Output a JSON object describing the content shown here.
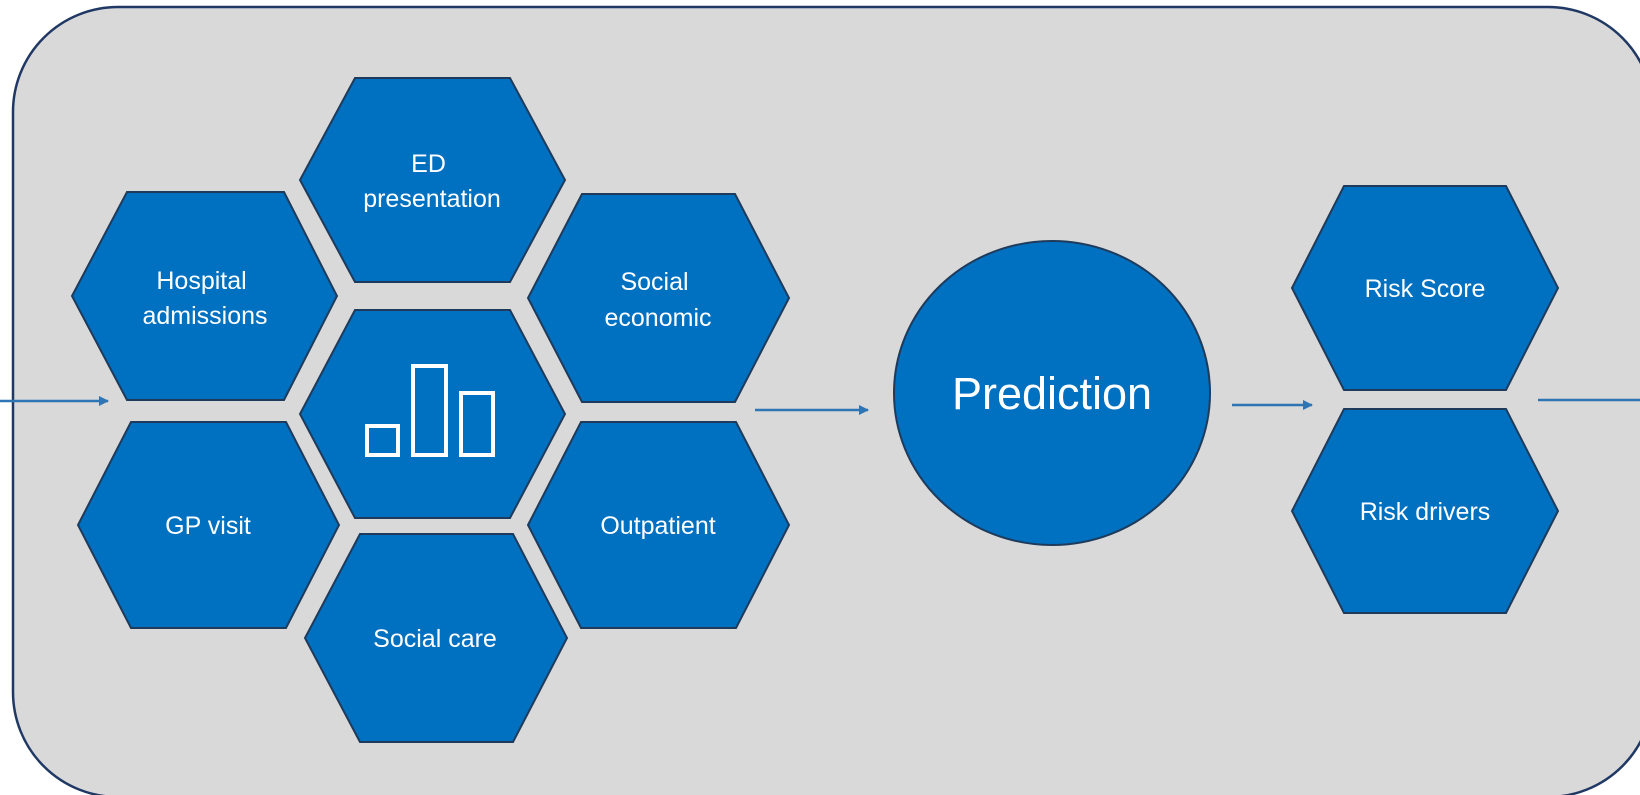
{
  "colors": {
    "panel_fill": "#d9d9d9",
    "panel_border": "#203864",
    "shape_fill": "#0070c0",
    "shape_border": "#1f3b5c",
    "arrow": "#2e75b6",
    "text": "#ffffff"
  },
  "inputs": {
    "ed_presentation": [
      "ED",
      "presentation"
    ],
    "hospital_admissions": [
      "Hospital",
      "admissions"
    ],
    "social_economic": [
      "Social",
      "economic"
    ],
    "center_icon": "bar-chart-icon",
    "gp_visit": [
      "GP visit"
    ],
    "outpatient": [
      "Outpatient"
    ],
    "social_care": [
      "Social care"
    ]
  },
  "model": {
    "label": "Prediction"
  },
  "outputs": {
    "risk_score": [
      "Risk Score"
    ],
    "risk_drivers": [
      "Risk drivers"
    ]
  }
}
